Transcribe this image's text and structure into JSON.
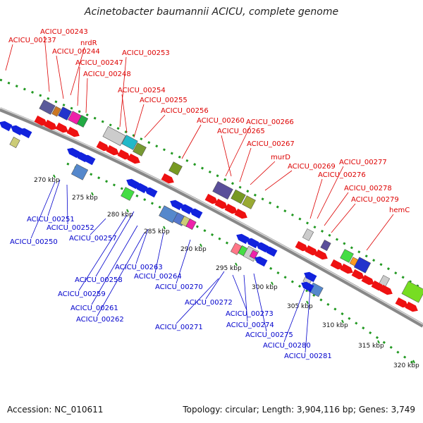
{
  "title": "Acinetobacter baumannii ACICU, complete genome",
  "footer": {
    "accession": "Accession: NC_010611",
    "topology": "Topology: circular; Length: 3,904,116 bp; Genes: 3,749"
  },
  "colors": {
    "forward_label": "#dd0000",
    "reverse_label": "#0000cc",
    "backbone": "#888888",
    "dots": "#229922"
  },
  "ruler_ticks": [
    "270 kbp",
    "275 kbp",
    "280 kbp",
    "285 kbp",
    "290 kbp",
    "295 kbp",
    "300 kbp",
    "305 kbp",
    "310 kbp",
    "315 kbp",
    "320 kbp"
  ],
  "forward_labels": [
    "ACICU_00243",
    "ACICU_00237",
    "nrdR",
    "ACICU_00244",
    "ACICU_00247",
    "ACICU_00248",
    "ACICU_00253",
    "ACICU_00254",
    "ACICU_00255",
    "ACICU_00256",
    "ACICU_00260",
    "ACICU_00266",
    "ACICU_00265",
    "ACICU_00267",
    "murD",
    "ACICU_00269",
    "ACICU_00277",
    "ACICU_00276",
    "ACICU_00278",
    "ACICU_00279",
    "hemC"
  ],
  "reverse_labels": [
    "ACICU_00251",
    "ACICU_00252",
    "ACICU_00250",
    "ACICU_00257",
    "ACICU_00263",
    "ACICU_00258",
    "ACICU_00264",
    "ACICU_00259",
    "ACICU_00270",
    "ACICU_00261",
    "ACICU_00262",
    "ACICU_00272",
    "ACICU_00273",
    "ACICU_00274",
    "ACICU_00271",
    "ACICU_00275",
    "ACICU_00280",
    "ACICU_00281"
  ]
}
